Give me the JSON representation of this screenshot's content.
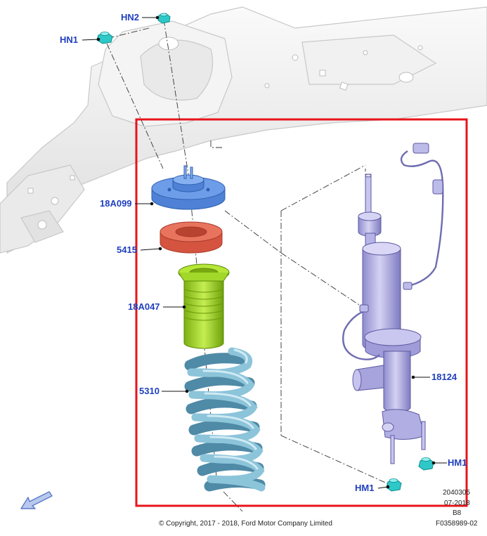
{
  "diagram": {
    "callouts": {
      "hn1": "HN1",
      "hn2": "HN2",
      "mount": "18A099",
      "isolator": "5415",
      "bumper": "18A047",
      "spring": "5310",
      "shock": "18124",
      "hm1_right": "HM1",
      "hm1_bottom": "HM1"
    },
    "meta": {
      "line1": "2040305",
      "line2": "07-2018",
      "line3": "B8"
    },
    "copyright": "© Copyright, 2017 - 2018, Ford Motor Company Limited",
    "figure_code": "F0358989-02"
  },
  "colors": {
    "highlight_frame": "#e8141b",
    "callout_text": "#1f3fbf",
    "mount": "#5a8de0",
    "isolator": "#e0604c",
    "bumper": "#9ad41a",
    "spring": "#7fb6cc",
    "shock": "#a9a6e0",
    "fastener": "#2ec8c8",
    "frame": "#eeeeee"
  },
  "icons": {
    "nav": "arrow-down-left-icon"
  }
}
